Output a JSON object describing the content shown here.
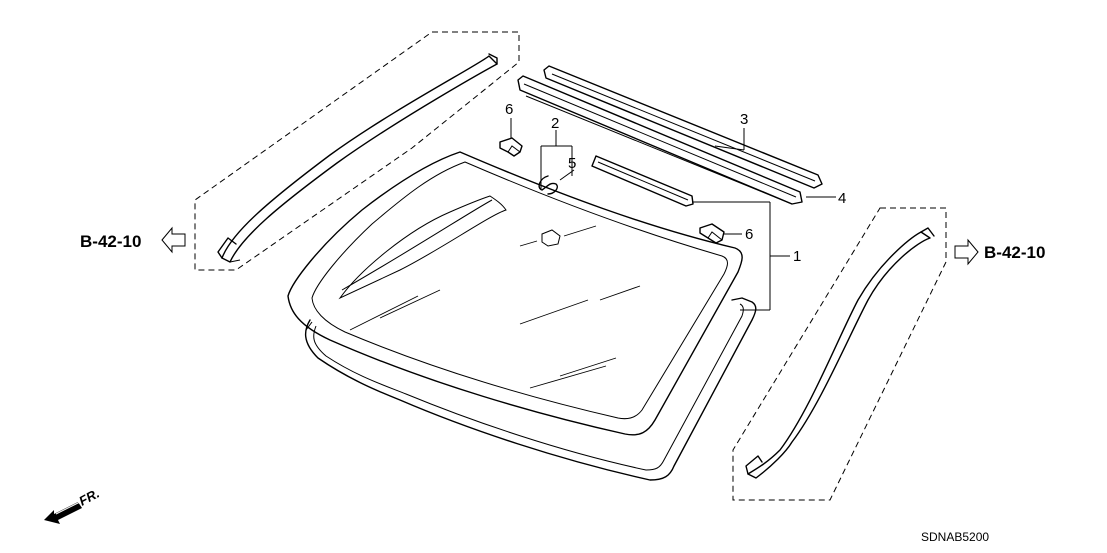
{
  "diagram": {
    "callouts": {
      "p1": "1",
      "p2": "2",
      "p3": "3",
      "p4": "4",
      "p5": "5",
      "p6a": "6",
      "p6b": "6"
    },
    "refs": {
      "left": "B-42-10",
      "right": "B-42-10"
    },
    "direction_label": "FR.",
    "diagram_code": "SDNAB5200"
  }
}
